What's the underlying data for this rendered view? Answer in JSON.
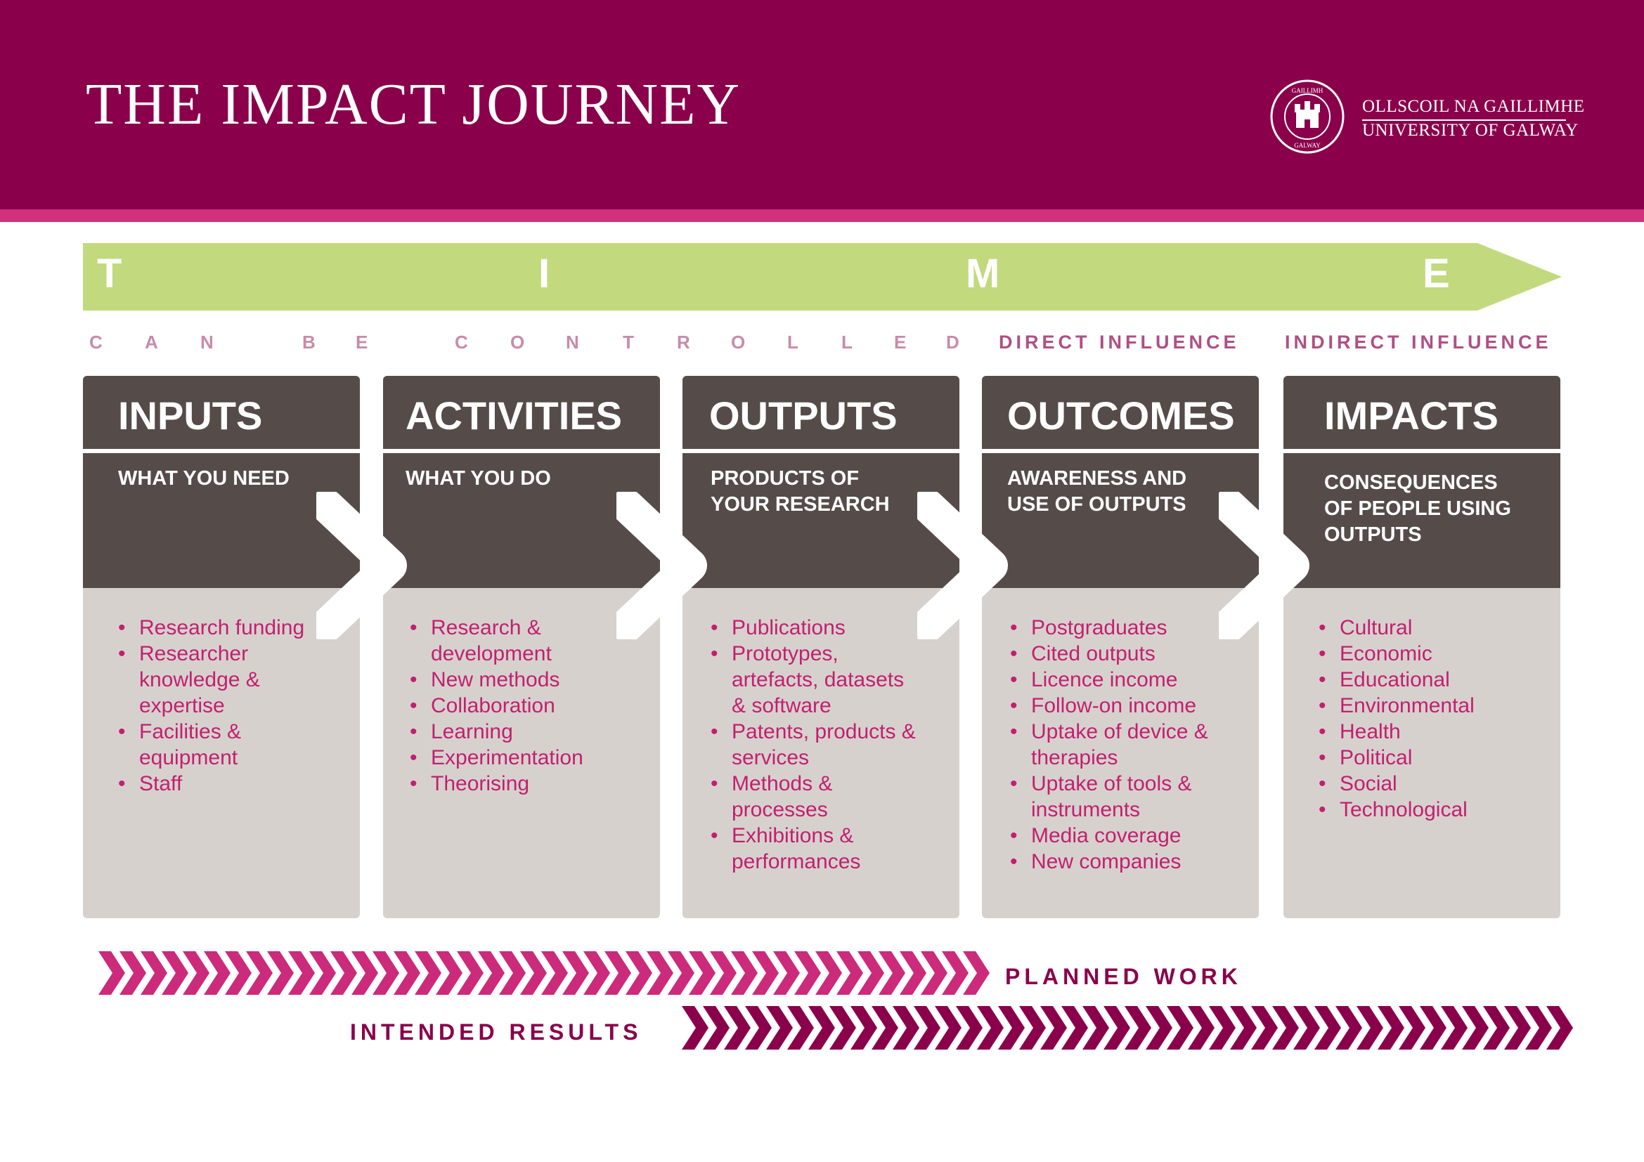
{
  "header": {
    "title": "THE IMPACT JOURNEY",
    "logo_line1": "OLLSCOIL NA GAILLIMHE",
    "logo_line2": "UNIVERSITY OF GALWAY",
    "seal_text_top": "GAILLIMH",
    "seal_text_bottom": "GALWAY"
  },
  "time": {
    "letters": [
      "T",
      "I",
      "M",
      "E"
    ]
  },
  "influence": {
    "controlled_letters": [
      "C",
      "A",
      "N",
      "B",
      "E",
      "C",
      "O",
      "N",
      "T",
      "R",
      "O",
      "L",
      "L",
      "E",
      "D"
    ],
    "direct": "DIRECT INFLUENCE",
    "indirect": "INDIRECT INFLUENCE"
  },
  "columns": [
    {
      "title": "INPUTS",
      "desc_lines": [
        "WHAT YOU NEED"
      ],
      "items": [
        [
          "Research funding"
        ],
        [
          "Researcher",
          "knowledge &",
          "expertise"
        ],
        [
          "Facilities &",
          "equipment"
        ],
        [
          "Staff"
        ]
      ]
    },
    {
      "title": "ACTIVITIES",
      "desc_lines": [
        "WHAT YOU DO"
      ],
      "items": [
        [
          "Research &",
          "development"
        ],
        [
          "New methods"
        ],
        [
          "Collaboration"
        ],
        [
          "Learning"
        ],
        [
          "Experimentation"
        ],
        [
          "Theorising"
        ]
      ]
    },
    {
      "title": "OUTPUTS",
      "desc_lines": [
        "PRODUCTS OF",
        "YOUR RESEARCH"
      ],
      "items": [
        [
          "Publications"
        ],
        [
          "Prototypes,",
          "artefacts, datasets",
          "& software"
        ],
        [
          "Patents, products &",
          "services"
        ],
        [
          "Methods &",
          "processes"
        ],
        [
          "Exhibitions &",
          "performances"
        ]
      ]
    },
    {
      "title": "OUTCOMES",
      "desc_lines": [
        "AWARENESS AND",
        "USE OF OUTPUTS"
      ],
      "items": [
        [
          "Postgraduates"
        ],
        [
          "Cited outputs"
        ],
        [
          "Licence income"
        ],
        [
          "Follow-on income"
        ],
        [
          "Uptake of device &",
          "therapies"
        ],
        [
          "Uptake of tools &",
          "instruments"
        ],
        [
          "Media coverage"
        ],
        [
          "New companies"
        ]
      ]
    },
    {
      "title": "IMPACTS",
      "desc_lines": [
        "CONSEQUENCES",
        "OF PEOPLE USING",
        "OUTPUTS"
      ],
      "items": [
        [
          "Cultural"
        ],
        [
          "Economic"
        ],
        [
          "Educational"
        ],
        [
          "Environmental"
        ],
        [
          "Health"
        ],
        [
          "Political"
        ],
        [
          "Social"
        ],
        [
          "Technological"
        ]
      ]
    }
  ],
  "bottom": {
    "planned": "PLANNED WORK",
    "intended": "INTENDED RESULTS"
  },
  "colors": {
    "brand": "#8a004b",
    "accent_pink": "#d0307c",
    "chevron_planned": "#cc2a7a",
    "chevron_intended": "#8a004b",
    "time_green": "#c2d97e",
    "column_dark": "#554c49",
    "column_light": "#d7d1ce",
    "list_text": "#c2206f"
  }
}
